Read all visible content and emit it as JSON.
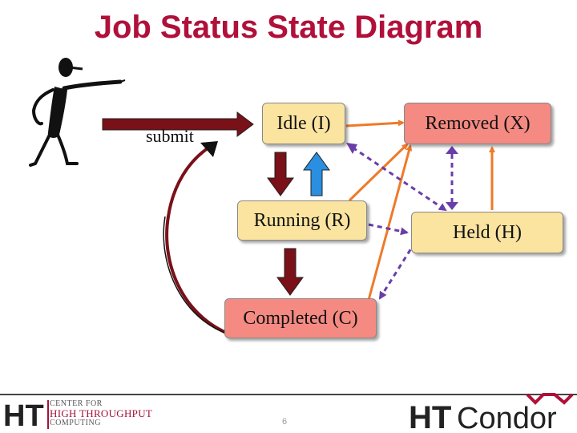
{
  "title": "Job Status State Diagram",
  "submit_label": "submit",
  "states": {
    "idle": "Idle (I)",
    "running": "Running (R)",
    "completed": "Completed (C)",
    "removed": "Removed (X)",
    "held": "Held (H)"
  },
  "footer": {
    "page_number": "6",
    "chtc_line1": "CENTER FOR",
    "chtc_line2": "HIGH THROUGHPUT",
    "chtc_line3": "COMPUTING",
    "chtc_mark": "HT",
    "htcondor_ht": "HT",
    "htcondor_rest": "Condor"
  },
  "colors": {
    "title": "#b0103a",
    "dark_red_arrow": "#7a1018",
    "blue_arrow": "#2a8fe0",
    "orange_arrow": "#ee7a2a",
    "purple_arrow": "#6a3ea8",
    "yellow_box": "#fbe4a0",
    "pink_box": "#f48a82"
  },
  "icons": [
    "stick-figure-pointing-icon",
    "chtc-logo",
    "htcondor-logo"
  ]
}
